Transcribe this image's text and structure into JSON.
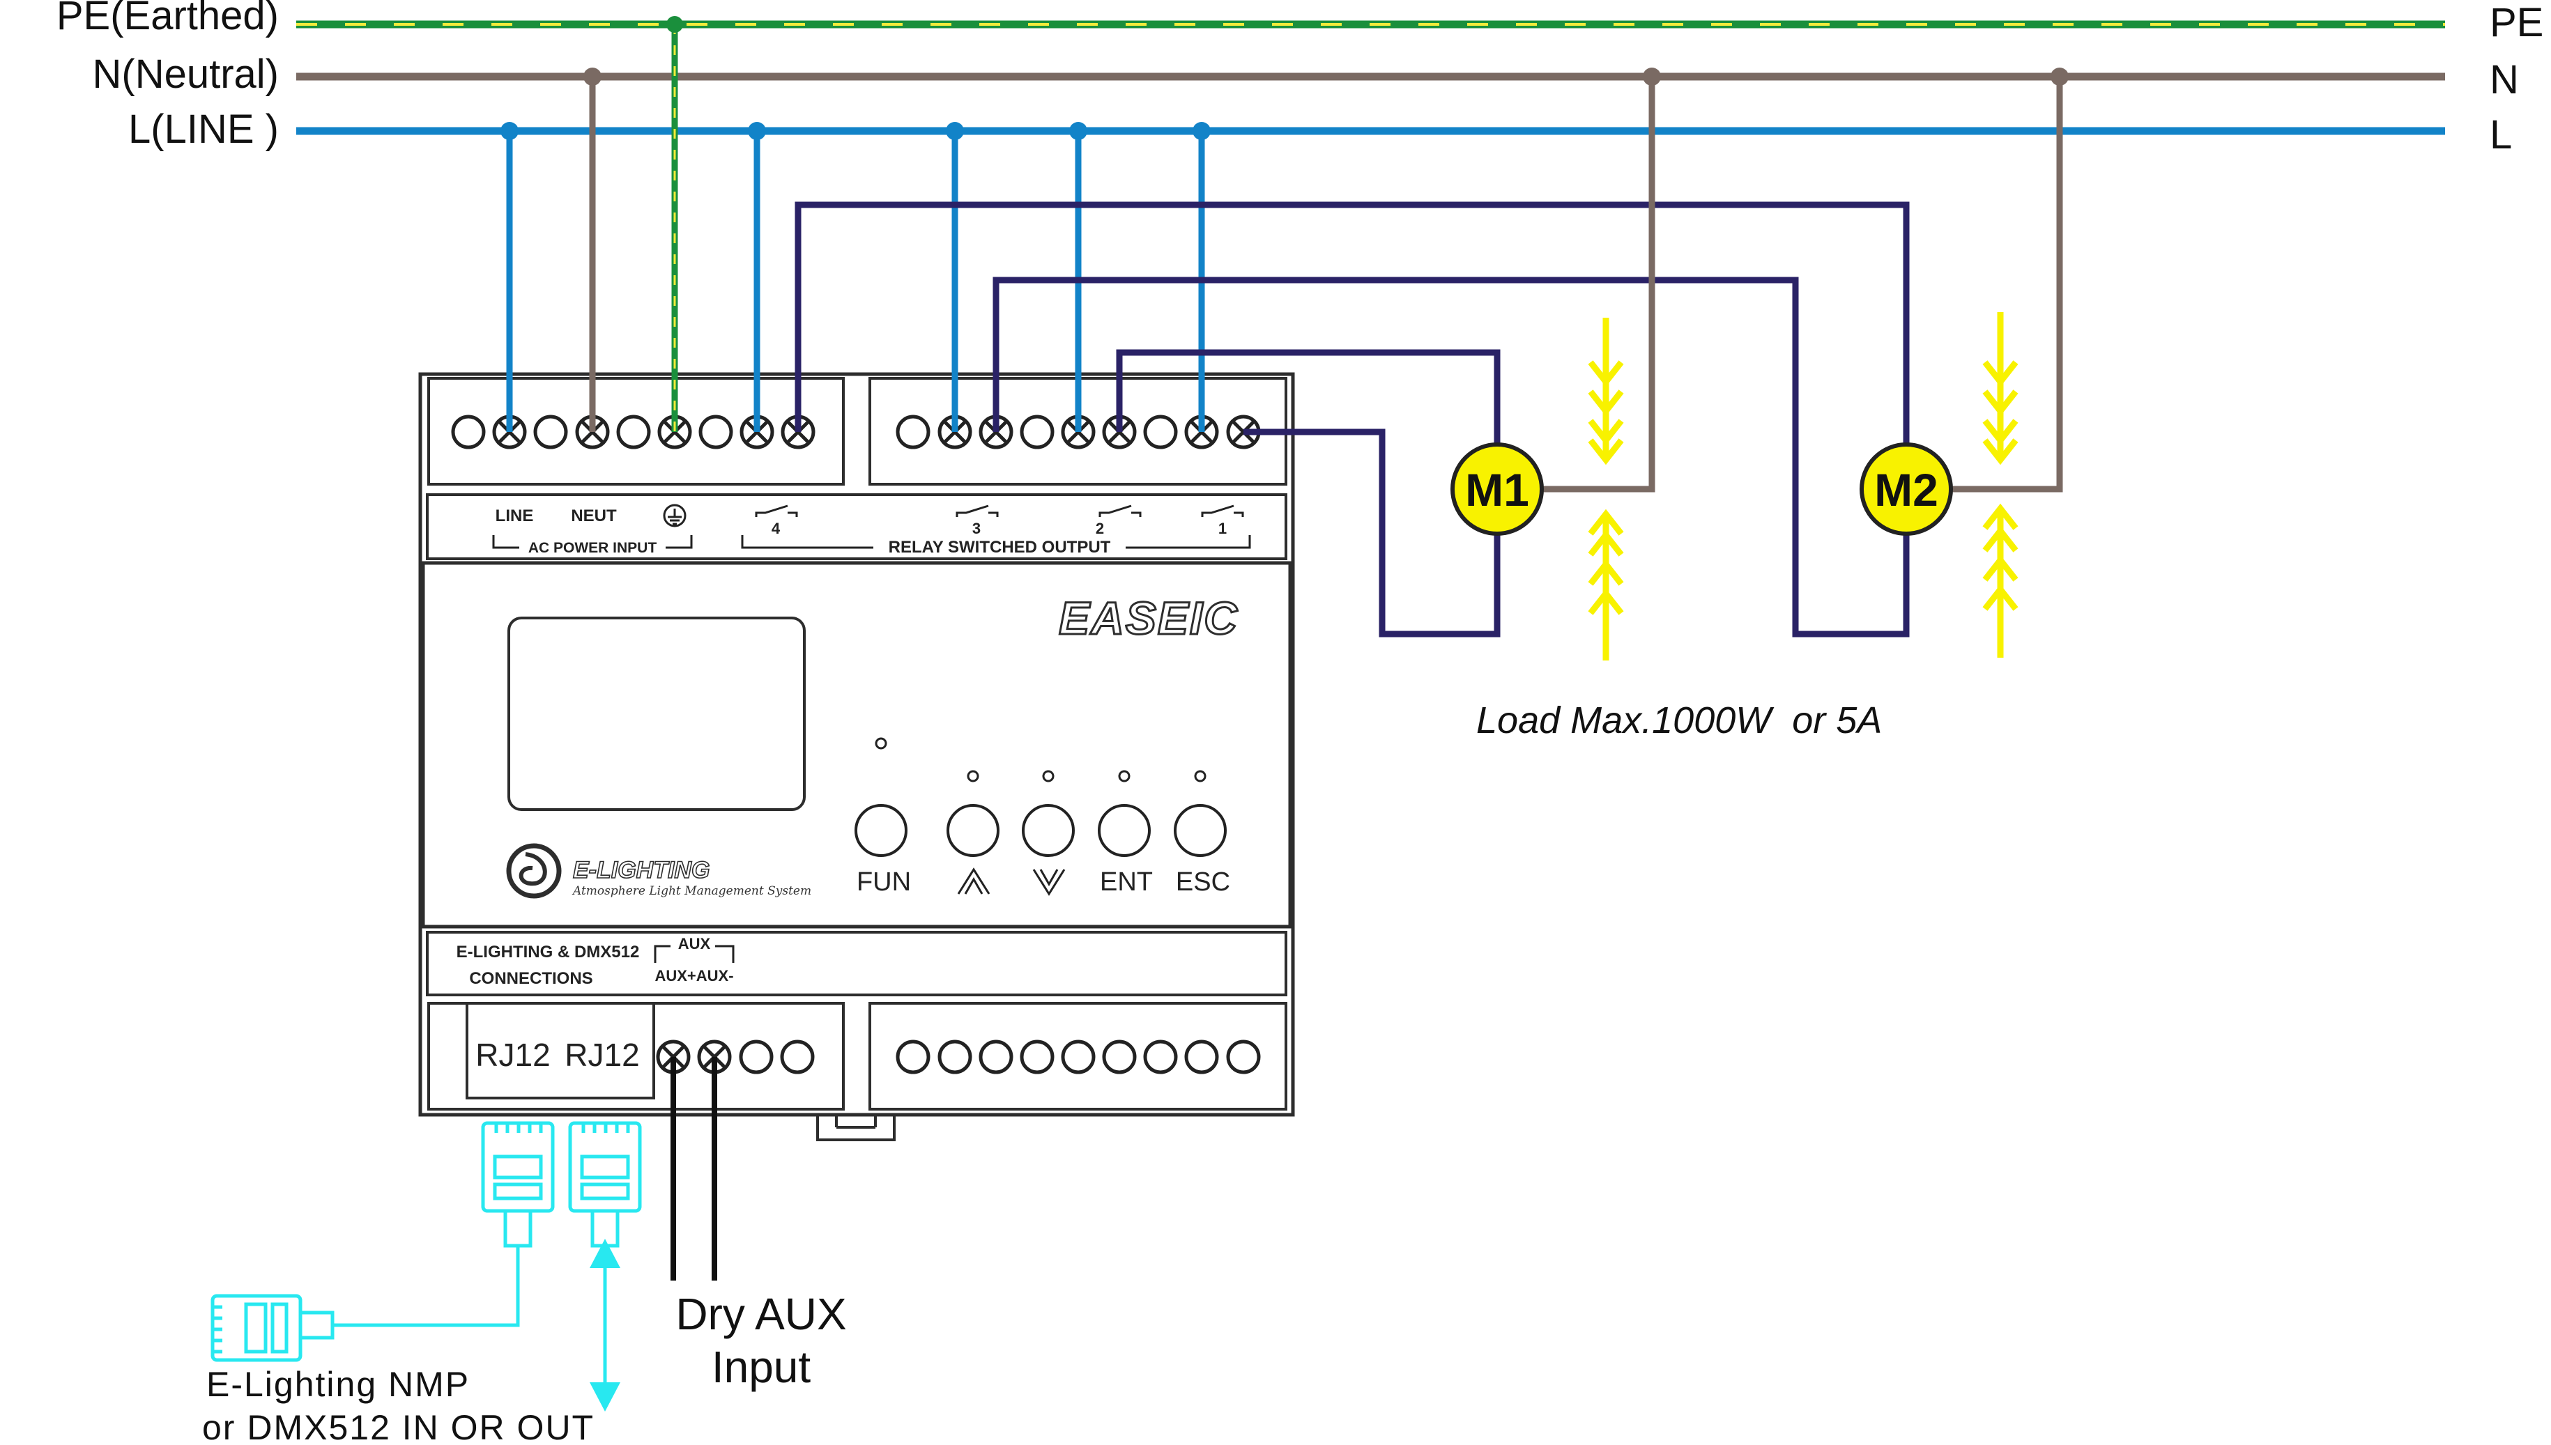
{
  "lines": {
    "pe_left": "PE(Earthed)",
    "n_left": "N(Neutral)",
    "l_left": "L(LINE )",
    "pe_right": "PE",
    "n_right": "N",
    "l_right": "L"
  },
  "device": {
    "power_labels": {
      "line": "LINE",
      "neut": "NEUT",
      "group": "AC POWER INPUT"
    },
    "relay_group": "RELAY SWITCHED OUTPUT",
    "relay_numbers": [
      "4",
      "3",
      "2",
      "1"
    ],
    "brand": "EASEIC",
    "logo": {
      "name": "E-LIGHTING",
      "tagline": "Atmosphere Light Management System"
    },
    "buttons": [
      {
        "label": "FUN",
        "symbol": ""
      },
      {
        "label": "",
        "symbol": "up-chevron-icon"
      },
      {
        "label": "",
        "symbol": "down-chevron-icon"
      },
      {
        "label": "ENT",
        "symbol": ""
      },
      {
        "label": "ESC",
        "symbol": ""
      }
    ],
    "conn_label_1": "E-LIGHTING & DMX512",
    "conn_label_2": "CONNECTIONS",
    "aux_label": "AUX",
    "aux_terminals": "AUX+AUX-",
    "rj12_left": "RJ12",
    "rj12_right": "RJ12"
  },
  "motors": {
    "m1": "M1",
    "m2": "M2"
  },
  "load_text": "Load Max.1000W  or 5A",
  "aux_input": {
    "line1": "Dry AUX",
    "line2": "Input"
  },
  "nmp": {
    "line1": "E-Lighting NMP",
    "line2": "or DMX512 IN OR OUT"
  },
  "colors": {
    "line": "#1283c8",
    "neutral": "#7a6a63",
    "earth_green": "#1a8f3c",
    "earth_yellow": "#f2ec3a",
    "relay": "#2a2266",
    "motor_fill": "#f8f200",
    "arrow": "#f8f200",
    "cyan": "#28e8f0",
    "device": "#2d2d2d"
  }
}
